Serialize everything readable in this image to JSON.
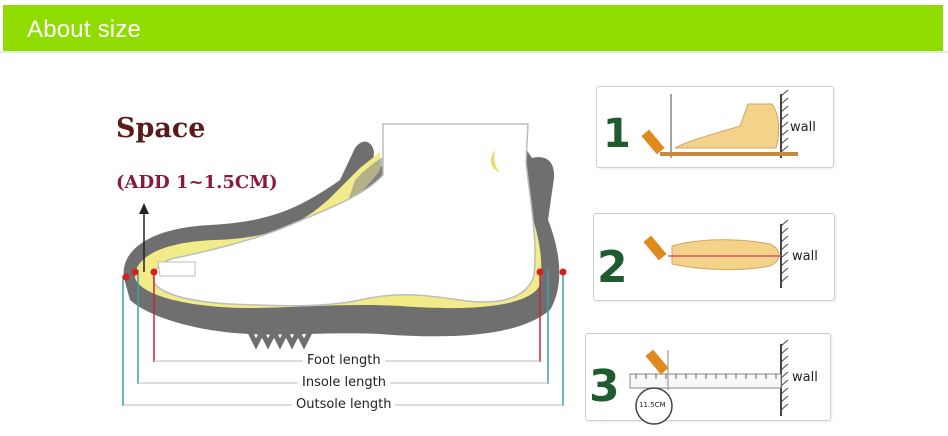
{
  "header": {
    "title": "About size",
    "bg_color": "#8fdc00"
  },
  "space": {
    "title": "Space",
    "subtitle": "(ADD 1~1.5CM)"
  },
  "lengths": {
    "foot": "Foot length",
    "insole": "Insole length",
    "outsole": "Outsole length"
  },
  "steps": [
    {
      "number": "1",
      "wall": "wall"
    },
    {
      "number": "2",
      "wall": "wall"
    },
    {
      "number": "3",
      "wall": "wall",
      "ruler_value": "11.5CM"
    }
  ],
  "colors": {
    "sole": "#6f6f6f",
    "insole": "#f2ec88",
    "step_number": "#1e5b2e",
    "pencil": "#e08a1e",
    "marker": "#d81e1e"
  }
}
